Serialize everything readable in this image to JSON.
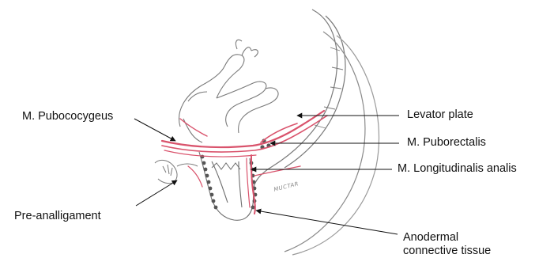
{
  "labels": {
    "pubococcygeus": "M. Pubococygeus",
    "levator_plate": "Levator plate",
    "puborectalis": "M. Puborectalis",
    "longitudinalis": "M. Longitudinalis analis",
    "pre_anal_ligament": "Pre-analligament",
    "anodermal_line1": "Anodermal",
    "anodermal_line2": "connective tissue"
  },
  "sketch_annotation": "MUCTAR",
  "colors": {
    "muscle": "#d9536c",
    "sketch": "#7a7a7a",
    "shade": "#c9c9c9",
    "arrow": "#111111"
  }
}
